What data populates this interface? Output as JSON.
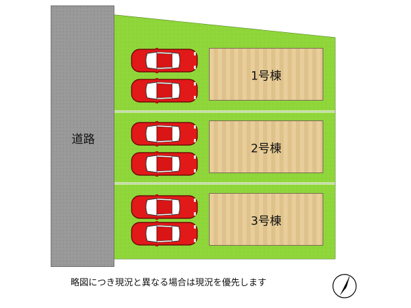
{
  "road": {
    "label": "道路"
  },
  "buildings": [
    {
      "label": "1号棟"
    },
    {
      "label": "2号棟"
    },
    {
      "label": "3号棟"
    }
  ],
  "footer_note": "略図につき現況と異なる場合は現況を優先します",
  "colors": {
    "lawn": "#8fd63a",
    "lot_border": "#5f8f28",
    "road": "#9a9a9a",
    "house": "#e6c88f",
    "car": "#e11919",
    "car_window": "#ffffff"
  },
  "icons": {
    "compass": "north-arrow-icon",
    "car": "car-icon"
  }
}
